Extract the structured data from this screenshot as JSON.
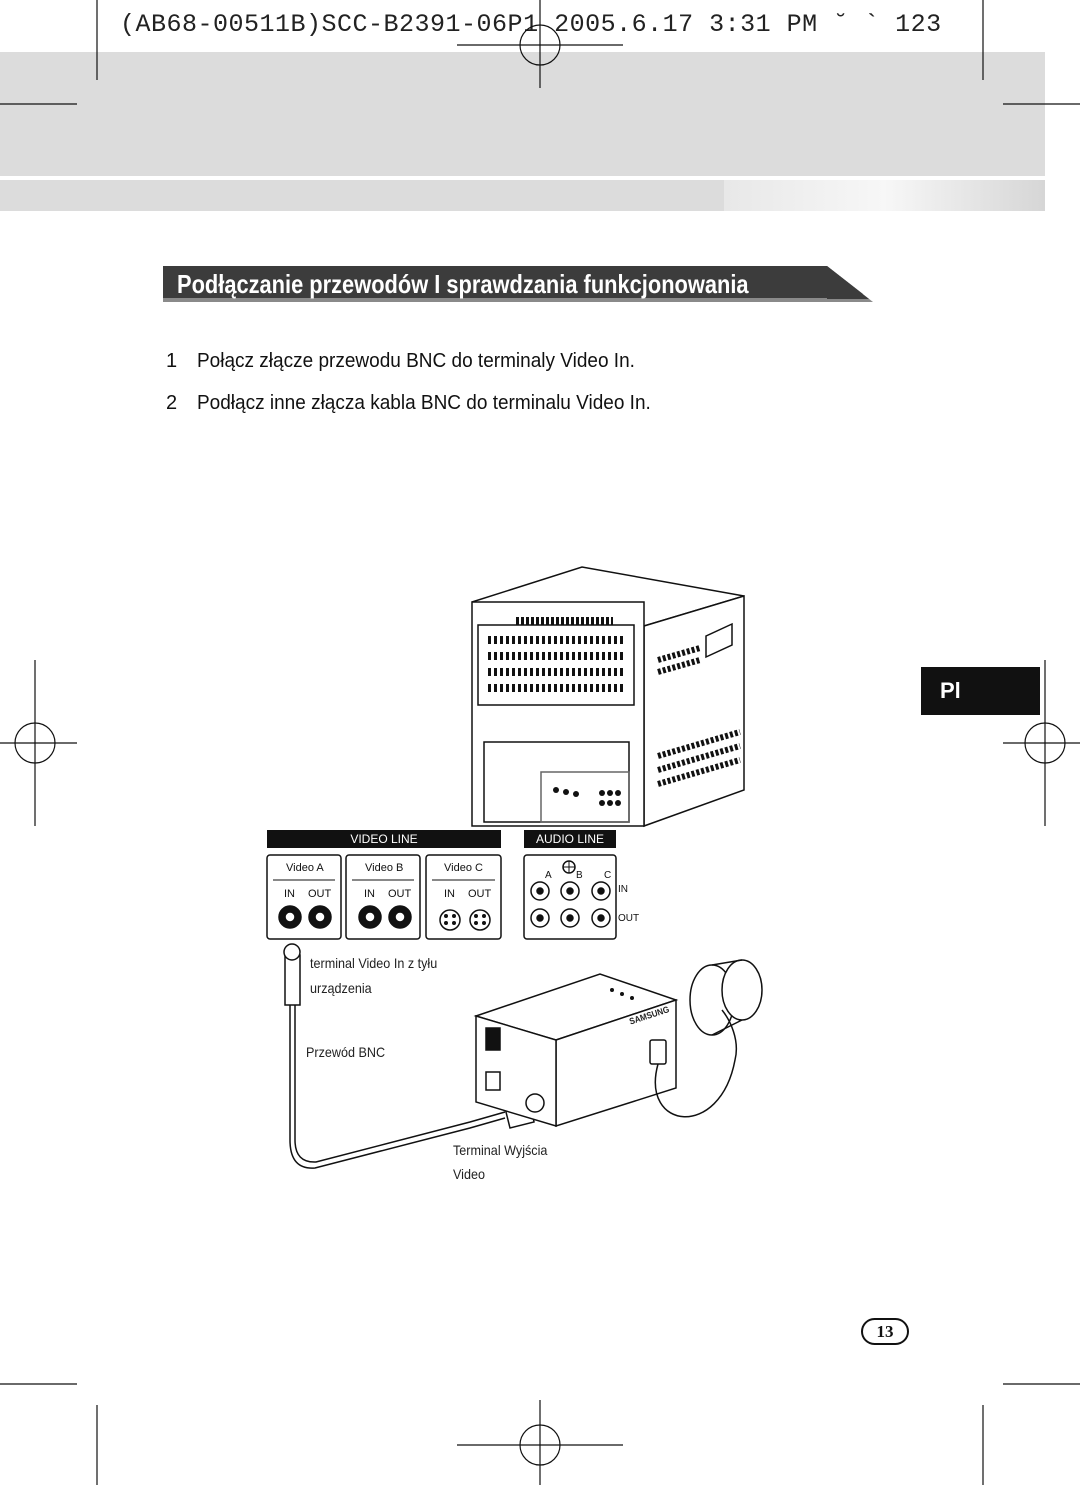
{
  "print_header": "(AB68-00511B)SCC-B2391-06P1 2005.6.17 3:31 PM ˘ ` 123",
  "section_title": "Podłączanie przewodów I sprawdzania funkcjonowania",
  "steps": [
    {
      "num": "1",
      "text": "Połącz złącze przewodu BNC do terminaly Video In."
    },
    {
      "num": "2",
      "text": "Podłącz inne złącza kabla BNC do terminalu Video In."
    }
  ],
  "language_tab": "Pl",
  "diagram": {
    "video_line_label": "VIDEO LINE",
    "audio_line_label": "AUDIO LINE",
    "video_a": "Video A",
    "video_b": "Video B",
    "video_c": "Video C",
    "in_label": "IN",
    "out_label": "OUT",
    "audio_a": "A",
    "audio_b": "B",
    "audio_c": "C",
    "audio_in": "IN",
    "audio_out": "OUT",
    "callout_terminal_in_1": "terminal Video In z tyłu",
    "callout_terminal_in_2": "urządzenia",
    "callout_cable": "Przewód BNC",
    "callout_output_1": "Terminal Wyjścia",
    "callout_output_2": "Video",
    "camera_brand": "SAMSUNG"
  },
  "page_number": "13"
}
